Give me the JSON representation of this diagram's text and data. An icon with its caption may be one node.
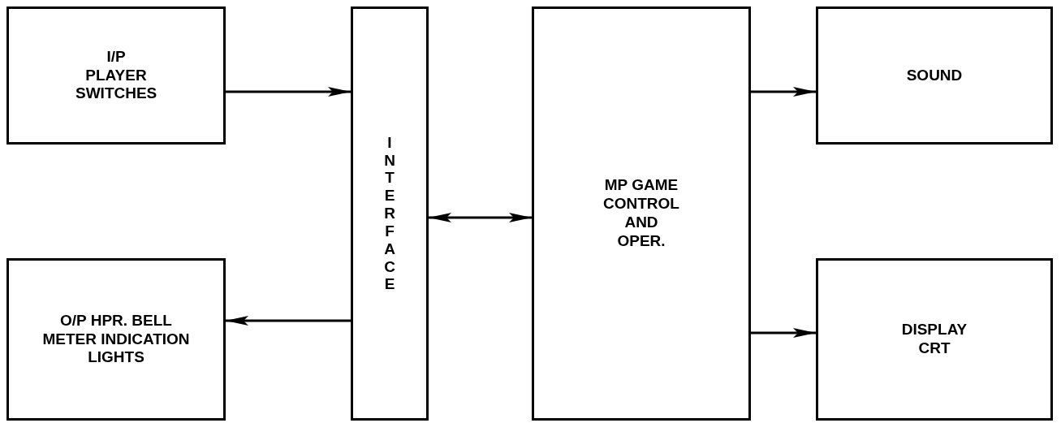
{
  "diagram": {
    "nodes": [
      {
        "text": [
          "I/P PLAYER SWITCHES"
        ]
      },
      {
        "text": [
          "O/P HPR. BELL METER INDICATION LIGHTS"
        ]
      },
      {
        "text": [
          "INTERFACE"
        ]
      },
      {
        "text": [
          "MP GAME CONTROL AND OPER."
        ]
      },
      {
        "text": [
          "SOUND"
        ]
      },
      {
        "text": [
          "DISPLAY CRT"
        ]
      }
    ],
    "edges": [
      {
        "from": 0,
        "to": 2,
        "arrow": "to"
      },
      {
        "from": 2,
        "to": 1,
        "arrow": "to"
      },
      {
        "from": 2,
        "to": 3,
        "arrow": "both"
      },
      {
        "from": 3,
        "to": 4,
        "arrow": "to"
      },
      {
        "from": 3,
        "to": 5,
        "arrow": "to"
      }
    ]
  }
}
